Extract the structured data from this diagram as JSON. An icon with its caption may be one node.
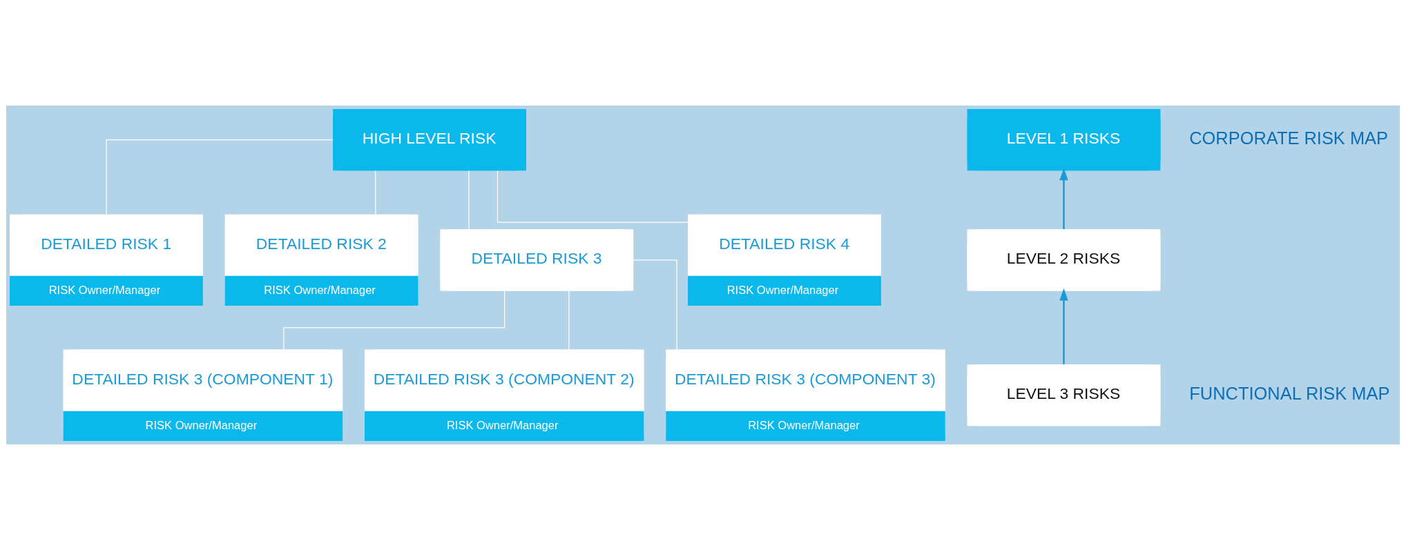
{
  "diagram": {
    "nodes": [
      {
        "text": [
          "HIGH LEVEL RISK"
        ]
      },
      {
        "text": [
          "DETAILED RISK 1",
          "RISK Owner/Manager"
        ]
      },
      {
        "text": [
          "DETAILED RISK 2",
          "RISK Owner/Manager"
        ]
      },
      {
        "text": [
          "DETAILED RISK 3"
        ]
      },
      {
        "text": [
          "DETAILED RISK 4",
          "RISK Owner/Manager"
        ]
      },
      {
        "text": [
          "DETAILED RISK 3 (COMPONENT 1)",
          "RISK Owner/Manager"
        ]
      },
      {
        "text": [
          "DETAILED RISK 3 (COMPONENT 2)",
          "RISK Owner/Manager"
        ]
      },
      {
        "text": [
          "DETAILED RISK 3 (COMPONENT 3)",
          "RISK Owner/Manager"
        ]
      },
      {
        "text": [
          "LEVEL 1 RISKS"
        ]
      },
      {
        "text": [
          "LEVEL 2 RISKS"
        ]
      },
      {
        "text": [
          "LEVEL 3 RISKS"
        ]
      }
    ],
    "edges": [
      {
        "from": 0,
        "to": 1,
        "arrow": "none"
      },
      {
        "from": 0,
        "to": 2,
        "arrow": "none"
      },
      {
        "from": 0,
        "to": 3,
        "arrow": "none"
      },
      {
        "from": 0,
        "to": 4,
        "arrow": "none"
      },
      {
        "from": 3,
        "to": 5,
        "arrow": "none"
      },
      {
        "from": 3,
        "to": 6,
        "arrow": "none"
      },
      {
        "from": 3,
        "to": 7,
        "arrow": "none"
      },
      {
        "from": 9,
        "to": 8,
        "arrow": "to",
        "color": "#1a9ad6"
      },
      {
        "from": 10,
        "to": 9,
        "arrow": "to",
        "color": "#1a9ad6"
      }
    ],
    "labels": [
      "CORPORATE RISK MAP",
      "FUNCTIONAL RISK MAP"
    ]
  }
}
